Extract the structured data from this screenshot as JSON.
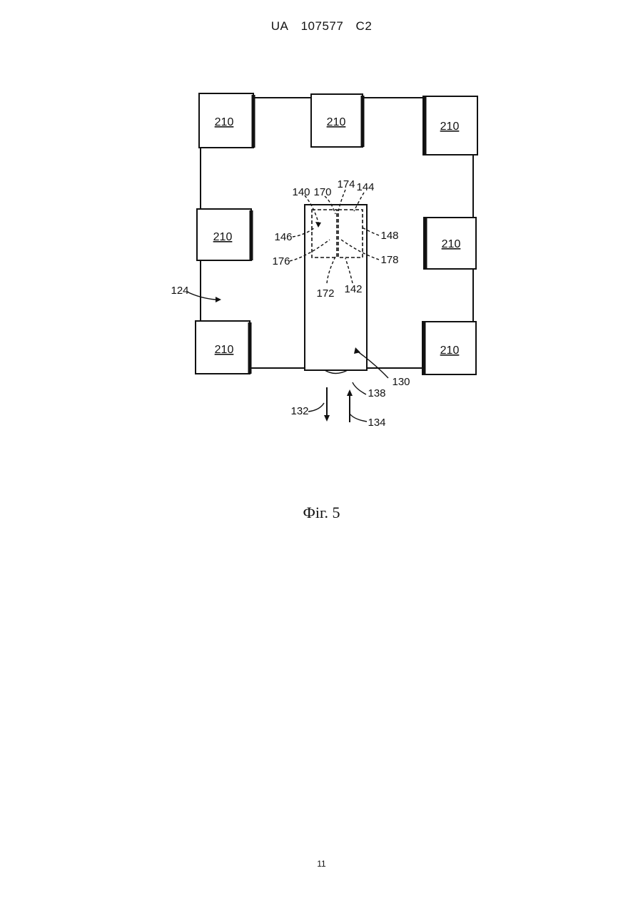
{
  "header": {
    "country": "UA",
    "patent_number": "107577",
    "kind_code": "C2"
  },
  "figure": {
    "module_label": "210",
    "labels": {
      "l124": "124",
      "l130": "130",
      "l132": "132",
      "l134": "134",
      "l138": "138",
      "l140": "140",
      "l142": "142",
      "l144": "144",
      "l146": "146",
      "l148": "148",
      "l170": "170",
      "l172": "172",
      "l174": "174",
      "l176": "176",
      "l178": "178"
    }
  },
  "caption": "Фіг. 5",
  "page_number": "11"
}
